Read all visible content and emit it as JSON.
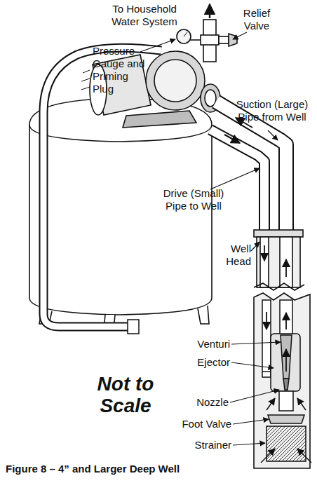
{
  "diagram": {
    "caption": "Figure 8 – 4” and Larger Deep Well",
    "labels": [
      "To Household Water System",
      "Relief Valve",
      "Pressure Gauge and Priming Plug",
      "Suction (Large) Pipe from Well",
      "Drive (Small) Pipe to Well",
      "Well Head",
      "Venturi",
      "Ejector",
      "Nozzle",
      "Foot Valve",
      "Strainer",
      "Not to Scale"
    ]
  }
}
